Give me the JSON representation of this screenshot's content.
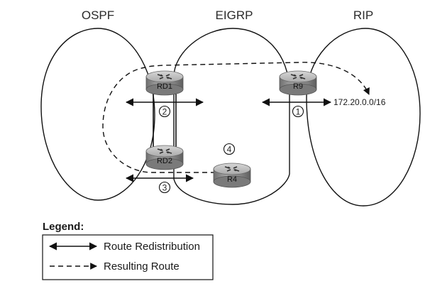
{
  "domains": {
    "ospf": "OSPF",
    "eigrp": "EIGRP",
    "rip": "RIP"
  },
  "routers": {
    "rd1": "RD1",
    "rd2": "RD2",
    "r9": "R9",
    "r4": "R4"
  },
  "steps": {
    "one": "1",
    "two": "2",
    "three": "3",
    "four": "4"
  },
  "destination": "172.20.0.0/16",
  "legend": {
    "title": "Legend:",
    "redistribution": "Route Redistribution",
    "resulting": "Resulting Route"
  },
  "colors": {
    "line": "#111111",
    "router_body": "#8f8f8f",
    "router_top": "#c4c4c4"
  }
}
